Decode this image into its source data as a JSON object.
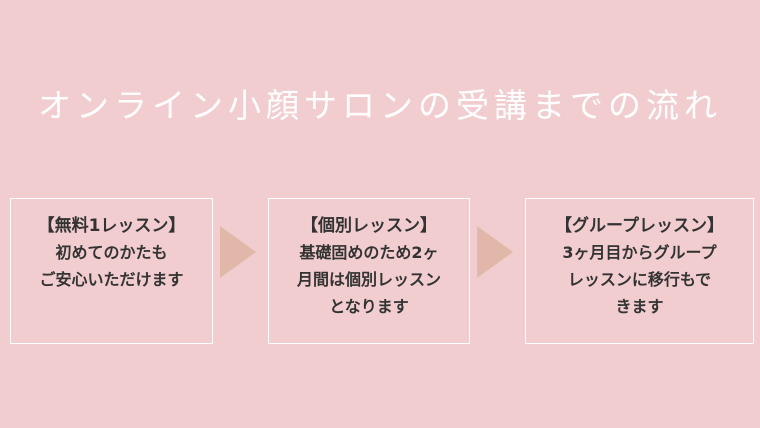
{
  "title": "オンライン小顔サロンの受講までの流れ",
  "colors": {
    "background": "#f2cdcf",
    "arrow": "#e0b7a8",
    "text": "#333333",
    "border": "#ffffff"
  },
  "steps": [
    {
      "title": "【無料1レッスン】",
      "lines": [
        "初めてのかたも",
        "ご安心いただけます"
      ]
    },
    {
      "title": "【個別レッスン】",
      "lines": [
        "基礎固めのため2ヶ",
        "月間は個別レッスン",
        "となります"
      ]
    },
    {
      "title": "【グループレッスン】",
      "lines": [
        "3ヶ月目からグループ",
        "レッスンに移行もで",
        "きます"
      ]
    }
  ],
  "arrows": [
    "arrow-right-icon",
    "arrow-right-icon"
  ]
}
